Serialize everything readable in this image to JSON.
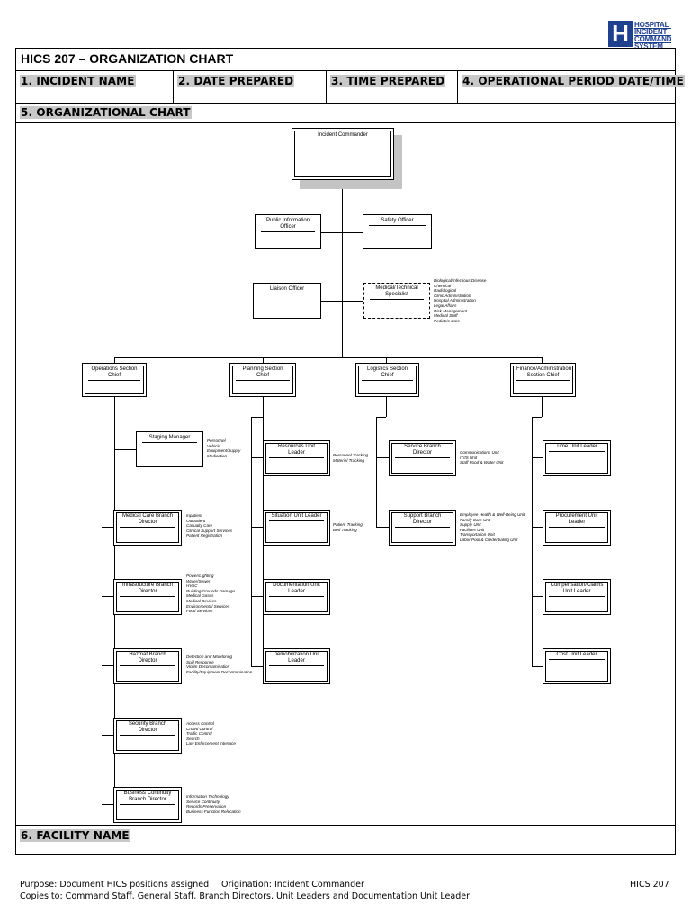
{
  "logo": {
    "letter": "H",
    "lines": [
      "HOSPITAL",
      "INCIDENT",
      "COMMAND",
      "SYSTEM"
    ]
  },
  "form": {
    "title": "HICS 207 – ORGANIZATION CHART",
    "fields": {
      "incident_name": "1. INCIDENT NAME",
      "date_prepared": "2. DATE PREPARED",
      "time_prepared": "3. TIME PREPARED",
      "operational_period": "4. OPERATIONAL PERIOD DATE/TIME",
      "org_chart": "5. ORGANIZATIONAL CHART",
      "facility_name": "6. FACILITY NAME"
    }
  },
  "chart": {
    "incident_commander": "Incident Commander",
    "public_information_officer": "Public Information Officer",
    "safety_officer": "Safety Officer",
    "liaison_officer": "Liaison Officer",
    "medical_technical_specialist": "Medical/Technical Specialist",
    "specialist_notes": [
      "Biological/Infectious Disease",
      "Chemical",
      "Radiological",
      "Clinic Administration",
      "Hospital Administration",
      "Legal Affairs",
      "Risk Management",
      "Medical Staff",
      "Pediatric Care"
    ],
    "sections": {
      "operations": "Operations Section Chief",
      "planning": "Planning Section Chief",
      "logistics": "Logistics Section Chief",
      "finance": "Finance/Administration Section Chief"
    },
    "operations": {
      "staging_manager": "Staging Manager",
      "staging_notes": [
        "Personnel",
        "Vehicle",
        "Equipment/Supply",
        "Medication"
      ],
      "medical_care": "Medical Care Branch Director",
      "medical_care_notes": [
        "Inpatient",
        "Outpatient",
        "Casualty Care",
        "Clinical Support Services",
        "Patient Registration"
      ],
      "infrastructure": "Infrastructure Branch Director",
      "infrastructure_notes": [
        "Power/Lighting",
        "Water/Sewer",
        "HVAC",
        "Building/Grounds Damage",
        "Medical Gases",
        "Medical Devices",
        "Environmental Services",
        "Food Services"
      ],
      "hazmat": "Hazmat Branch Director",
      "hazmat_notes": [
        "Detection and Monitoring",
        "Spill Response",
        "Victim Decontamination",
        "Facility/Equipment Decontamination"
      ],
      "security": "Security Branch Director",
      "security_notes": [
        "Access Control",
        "Crowd Control",
        "Traffic Control",
        "Search",
        "Law Enforcement Interface"
      ],
      "business_continuity": "Business Continuity Branch Director",
      "business_continuity_notes": [
        "Information Technology",
        "Service Continuity",
        "Records Preservation",
        "Business Function Relocation"
      ]
    },
    "planning": {
      "resources": "Resources Unit Leader",
      "resources_notes": [
        "Personnel Tracking",
        "Materiel Tracking"
      ],
      "situation": "Situation Unit Leader",
      "situation_notes": [
        "Patient Tracking",
        "Bed Tracking"
      ],
      "documentation": "Documentation Unit Leader",
      "demobilization": "Demobilization Unit Leader"
    },
    "logistics": {
      "service": "Service Branch Director",
      "service_notes": [
        "Communications Unit",
        "IT/IS Unit",
        "Staff Food & Water Unit"
      ],
      "support": "Support Branch Director",
      "support_notes": [
        "Employee Health & Well-Being Unit",
        "Family Care Unit",
        "Supply Unit",
        "Facilities Unit",
        "Transportation Unit",
        "Labor Pool & Credentialing Unit"
      ]
    },
    "finance": {
      "time": "Time Unit Leader",
      "procurement": "Procurement Unit Leader",
      "compensation": "Compensation/Claims Unit Leader",
      "cost": "Cost Unit Leader"
    }
  },
  "footer": {
    "purpose": "Purpose: Document HICS positions assigned",
    "origination": "Origination: Incident Commander",
    "form_id": "HICS 207",
    "copies": "Copies to: Command Staff, General Staff, Branch Directors, Unit Leaders and Documentation Unit Leader"
  }
}
